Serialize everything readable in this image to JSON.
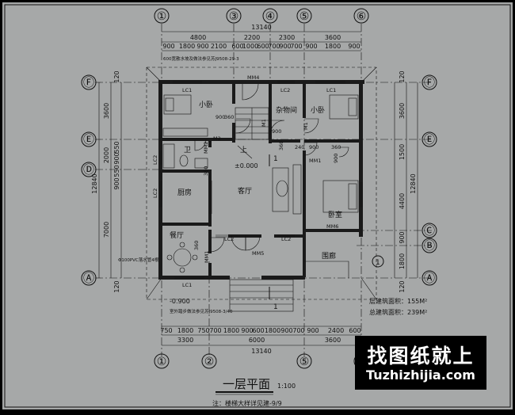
{
  "plan_title": "一层平面",
  "scale": "1:100",
  "note": "注：楼梯大样详见建-9/9",
  "area_stats": {
    "floor_area": "层建筑面积：155M²",
    "total_area": "总建筑面积：239M²"
  },
  "watermark": {
    "chinese": "找图纸就上",
    "english": "Tuzhizhijia.com"
  },
  "axes_vertical": [
    "①",
    "②",
    "③",
    "④",
    "⑤",
    "⑥"
  ],
  "axes_horizontal": [
    "Ⓕ",
    "Ⓔ",
    "Ⓓ",
    "Ⓒ",
    "Ⓑ",
    "Ⓐ"
  ],
  "dims_top": {
    "overall": "13140",
    "mid": [
      "4800",
      "2200",
      "2300",
      "3600"
    ],
    "fine": [
      "900",
      "1800",
      "900",
      "2100",
      "600",
      "1000",
      "600",
      "700",
      "900",
      "700",
      "900",
      "1800",
      "900"
    ]
  },
  "dims_bottom": {
    "overall": "13140",
    "mid": [
      "3300",
      "6000",
      "3600"
    ],
    "fine": [
      "750",
      "1800",
      "750",
      "700",
      "1800",
      "900",
      "600",
      "1800",
      "900",
      "700",
      "900",
      "2400",
      "600"
    ]
  },
  "dims_left": {
    "overall": "12840",
    "mid": [
      "3600",
      "2000",
      "7000"
    ],
    "fine": [
      "550",
      "900",
      "550",
      "900",
      "120",
      "120"
    ]
  },
  "dims_right": {
    "overall": "12840",
    "mid": [
      "3600",
      "1500",
      "4400"
    ],
    "fine": [
      "900",
      "1800",
      "120",
      "120"
    ]
  },
  "rooms": {
    "bedroom_left": "小卧",
    "storage": "杂物间",
    "bedroom_right": "小卧",
    "bathroom": "卫",
    "kitchen": "厨房",
    "living": "客厅",
    "dining": "餐厅",
    "master_bedroom": "卧室",
    "porch": "围廊"
  },
  "doors": [
    "MM4",
    "M1",
    "M1",
    "MM1",
    "MM2",
    "M2",
    "MM6",
    "MM5",
    "MM1"
  ],
  "windows": [
    "LC1",
    "LC2",
    "LC1",
    "LC2",
    "LC2",
    "LC2",
    "LC2",
    "LC1"
  ],
  "small_dims": [
    "900",
    "360",
    "900",
    "360",
    "240",
    "900",
    "360",
    "360",
    "360",
    "900"
  ],
  "stair_text": "上",
  "level_main": "±0.000",
  "level_outside": "-0.900",
  "annotations": {
    "top_note": "600宽散水坡及做法参见苏J9508-29-3",
    "bottom_note": "室外踏步做法参见苏J9508-3/40",
    "left_note": "Φ100PVC落水管4根",
    "section_mark": "1"
  }
}
